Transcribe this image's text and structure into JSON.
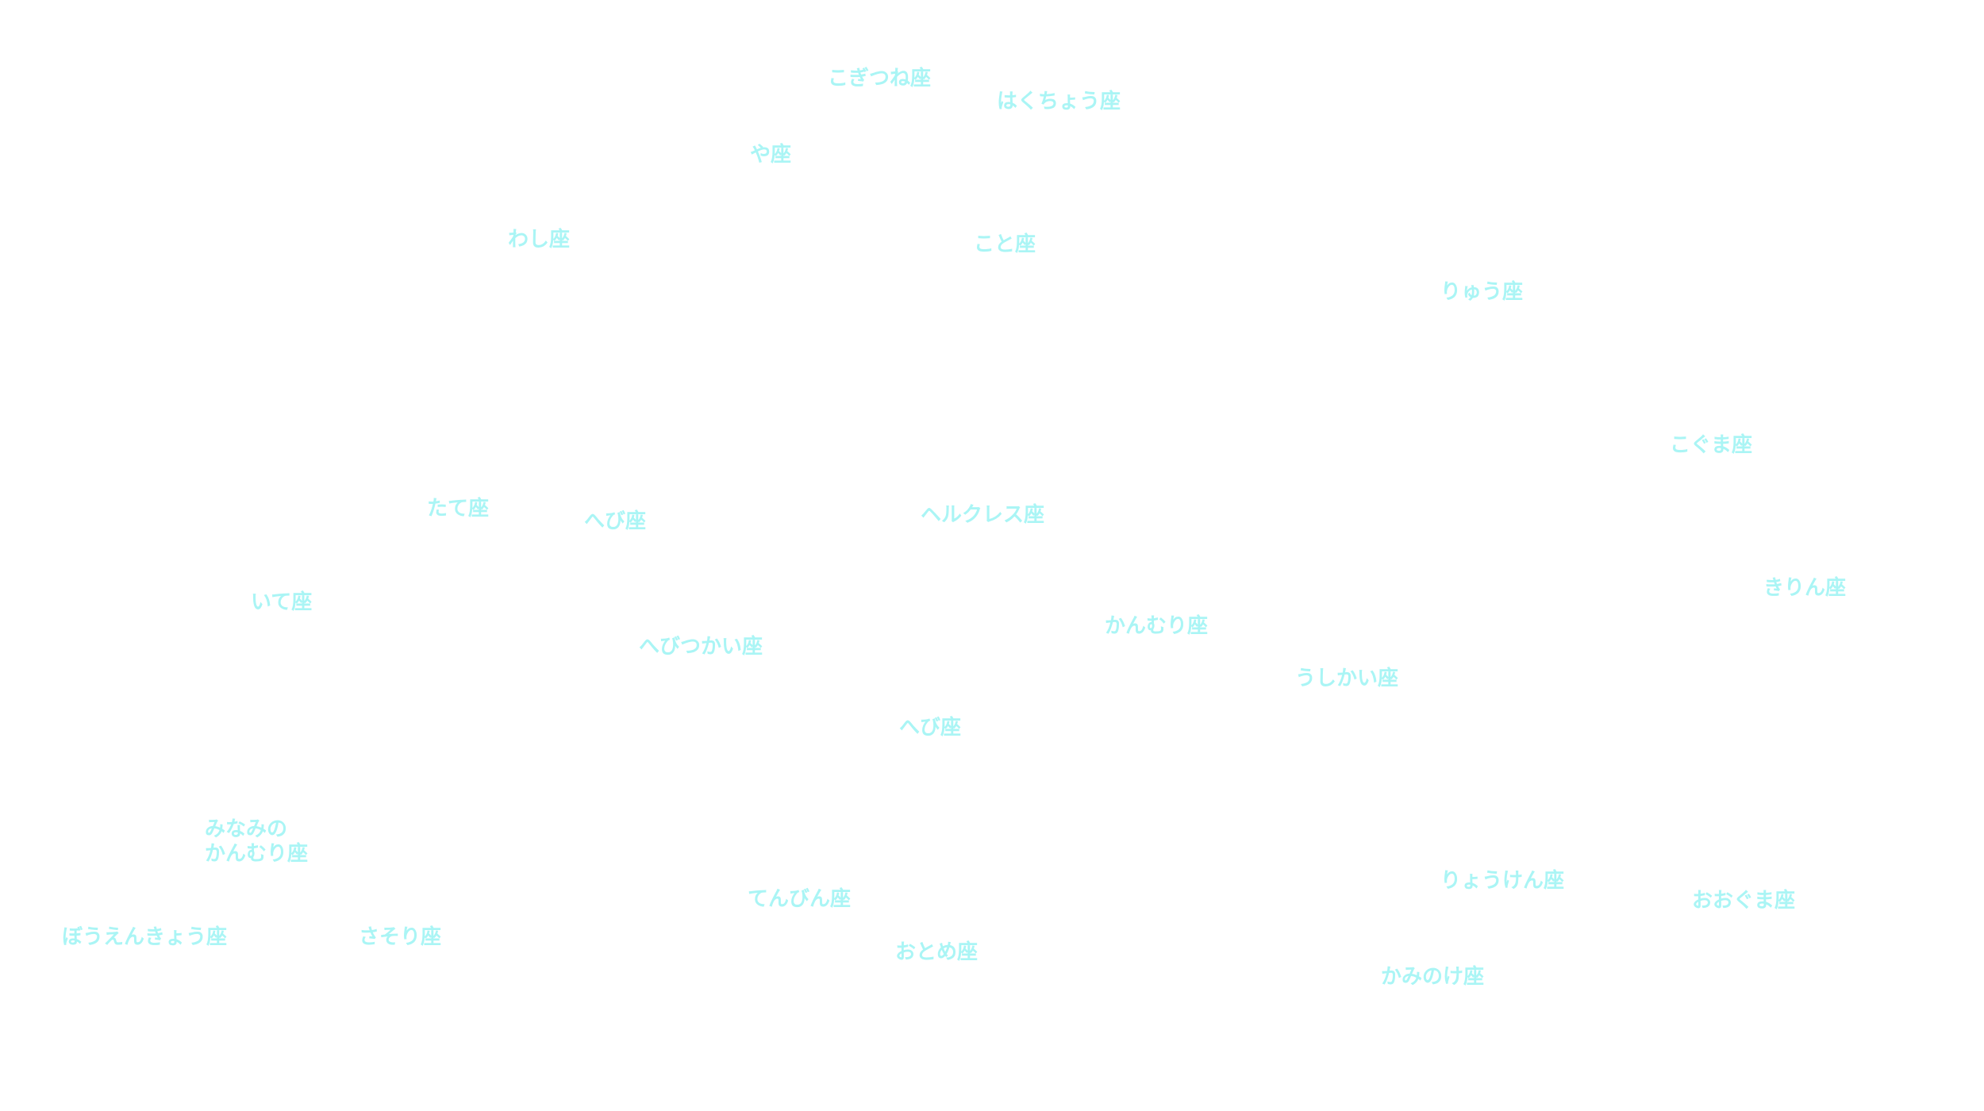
{
  "map": {
    "label_color": "#aaf5f5",
    "background_color": "#ffffff",
    "labels": [
      {
        "id": "kogitsune",
        "text": "こぎつね座"
      },
      {
        "id": "hakucho",
        "text": "はくちょう座"
      },
      {
        "id": "ya",
        "text": "や座"
      },
      {
        "id": "washi",
        "text": "わし座"
      },
      {
        "id": "koto",
        "text": "こと座"
      },
      {
        "id": "ryu",
        "text": "りゅう座"
      },
      {
        "id": "koguma",
        "text": "こぐま座"
      },
      {
        "id": "tate",
        "text": "たて座"
      },
      {
        "id": "hebi-tail",
        "text": "へび座"
      },
      {
        "id": "herakuresu",
        "text": "ヘルクレス座"
      },
      {
        "id": "kirin",
        "text": "きりん座"
      },
      {
        "id": "ite",
        "text": "いて座"
      },
      {
        "id": "kanmuri",
        "text": "かんむり座"
      },
      {
        "id": "hebitsukai",
        "text": "へびつかい座"
      },
      {
        "id": "ushikai",
        "text": "うしかい座"
      },
      {
        "id": "hebi-head",
        "text": "へび座"
      },
      {
        "id": "minami-kanmuri",
        "text": "みなみの\nかんむり座"
      },
      {
        "id": "ryoken",
        "text": "りょうけん座"
      },
      {
        "id": "tenbin",
        "text": "てんびん座"
      },
      {
        "id": "ooguma",
        "text": "おおぐま座"
      },
      {
        "id": "boenkyo",
        "text": "ぼうえんきょう座"
      },
      {
        "id": "sasori",
        "text": "さそり座"
      },
      {
        "id": "otome",
        "text": "おとめ座"
      },
      {
        "id": "kaminoke",
        "text": "かみのけ座"
      }
    ]
  }
}
